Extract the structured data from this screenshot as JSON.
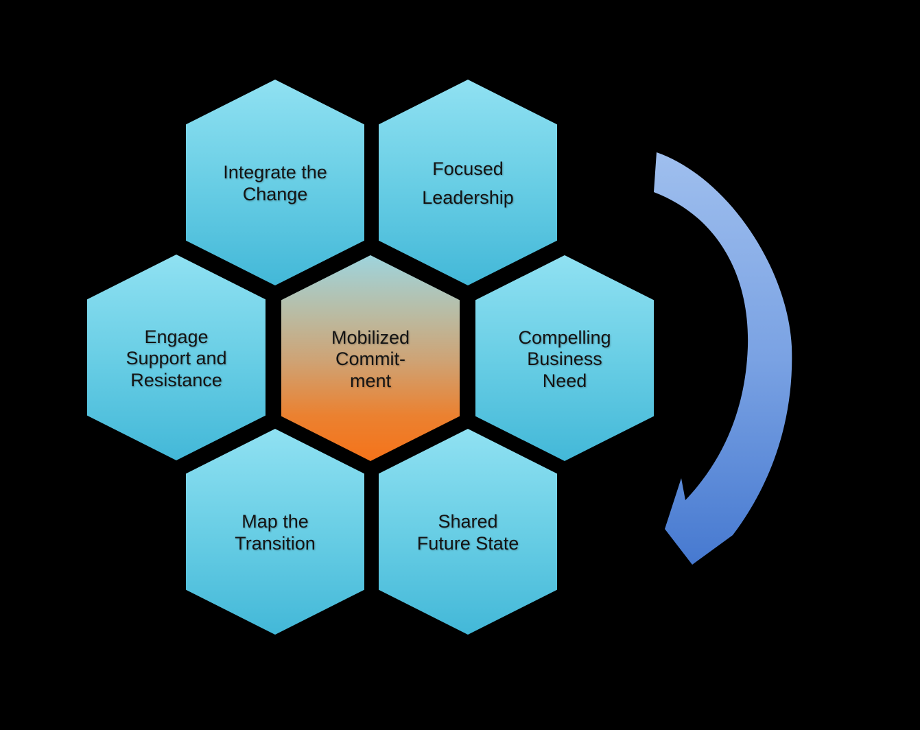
{
  "diagram": {
    "background": "#000000",
    "hexagons": [
      {
        "key": "integrate-the-change",
        "label": "Integrate the\nChange"
      },
      {
        "key": "focused-leadership",
        "label": "Focused\nLeadership"
      },
      {
        "key": "engage-support-and-resistance",
        "label": "Engage\nSupport and\nResistance"
      },
      {
        "key": "mobilized-commitment",
        "label": "Mobilized\nCommit-\nment"
      },
      {
        "key": "compelling-business-need",
        "label": "Compelling\nBusiness\nNeed"
      },
      {
        "key": "map-the-transition",
        "label": "Map the\nTransition"
      },
      {
        "key": "shared-future-state",
        "label": "Shared\nFuture State"
      }
    ],
    "colors": {
      "blue_hex_top": "#90E1F2",
      "blue_hex_mid": "#69CEE5",
      "blue_hex_bottom": "#43B8D8",
      "center_hex_top": "#9ED4DD",
      "center_hex_mid": "#CFA273",
      "center_hex_bottom": "#F5731A",
      "arrow_top": "#9FBFEE",
      "arrow_mid": "#7AA2E3",
      "arrow_bottom": "#4679D0",
      "label_text": "#141414"
    },
    "arrow": {
      "shape": "curved-band-arc",
      "direction": "clockwise-from-top-to-bottom",
      "head": "points-southwest"
    }
  }
}
